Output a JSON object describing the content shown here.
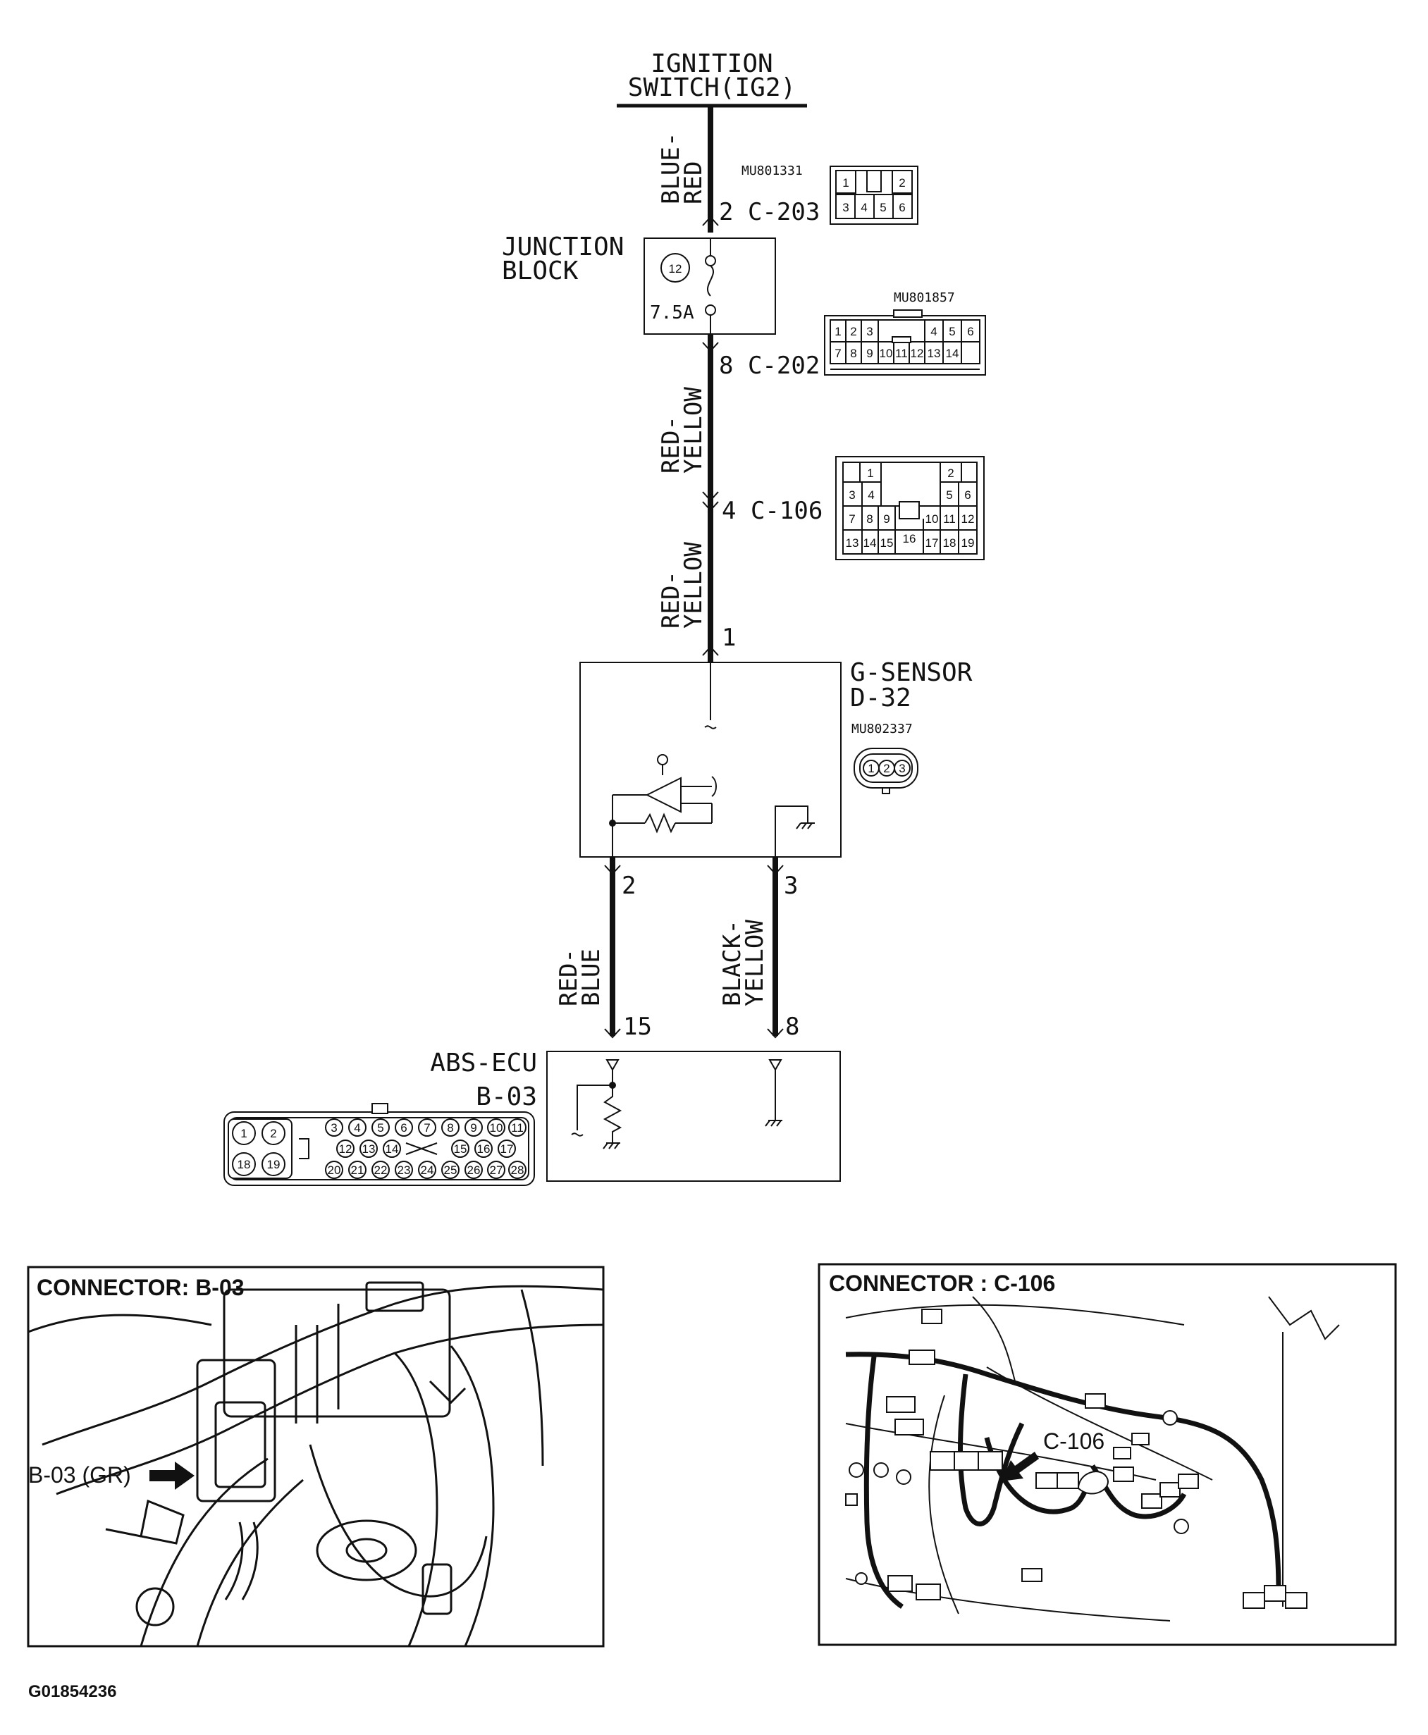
{
  "diagram": {
    "ignition": {
      "line1": "IGNITION",
      "line2": "SWITCH(IG2)"
    },
    "wire_top": {
      "line1": "BLUE-",
      "line2": "RED"
    },
    "conn_c203": {
      "label": "2 C-203",
      "part": "MU801331",
      "pins": [
        "1",
        "2",
        "3",
        "4",
        "5",
        "6"
      ]
    },
    "junction": {
      "line1": "JUNCTION",
      "line2": "BLOCK",
      "fuse_no": "12",
      "rating": "7.5A"
    },
    "conn_c202": {
      "label": "8 C-202",
      "part": "MU801857",
      "pins": [
        "1",
        "2",
        "3",
        "4",
        "5",
        "6",
        "7",
        "8",
        "9",
        "10",
        "11",
        "12",
        "13",
        "14"
      ]
    },
    "wire_mid1": {
      "line1": "RED-",
      "line2": "YELLOW"
    },
    "conn_c106": {
      "label": "4 C-106",
      "pins": [
        "1",
        "2",
        "3",
        "4",
        "5",
        "6",
        "7",
        "8",
        "9",
        "10",
        "11",
        "12",
        "13",
        "14",
        "15",
        "16",
        "17",
        "18",
        "19"
      ]
    },
    "wire_mid2": {
      "line1": "RED-",
      "line2": "YELLOW"
    },
    "gsensor": {
      "pin_in": "1",
      "line1": "G-SENSOR",
      "line2": "D-32",
      "part": "MU802337",
      "pins": [
        "1",
        "2",
        "3"
      ],
      "pin_left": "2",
      "pin_right": "3"
    },
    "wire_left": {
      "line1": "RED-",
      "line2": "BLUE"
    },
    "wire_right": {
      "line1": "BLACK-",
      "line2": "YELLOW"
    },
    "ecu": {
      "line1": "ABS-ECU",
      "line2": "B-03",
      "pin_left": "15",
      "pin_right": "8",
      "pins": [
        "1",
        "2",
        "3",
        "4",
        "5",
        "6",
        "7",
        "8",
        "9",
        "10",
        "11",
        "12",
        "13",
        "14",
        "15",
        "16",
        "17",
        "18",
        "19",
        "20",
        "21",
        "22",
        "23",
        "24",
        "25",
        "26",
        "27",
        "28"
      ]
    }
  },
  "panels": {
    "left": {
      "title": "CONNECTOR: B-03",
      "callout": "B-03 (GR)"
    },
    "right": {
      "title": "CONNECTOR : C-106",
      "callout": "C-106"
    }
  },
  "figure_id": "G01854236"
}
